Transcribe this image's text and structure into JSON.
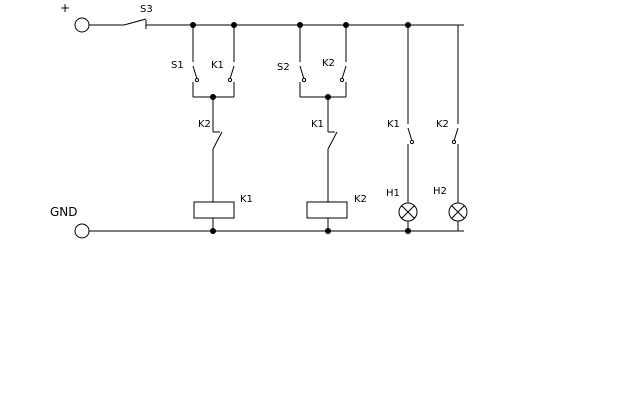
{
  "terminals": {
    "plus": "+",
    "gnd": "GND"
  },
  "switches": {
    "s3": "S3",
    "s1": "S1",
    "s2": "S2"
  },
  "contacts": {
    "k1_hold": "K1",
    "k2_hold": "K2",
    "k2_interlock": "K2",
    "k1_interlock": "K1",
    "k1_lamp": "K1",
    "k2_lamp": "K2"
  },
  "coils": {
    "k1": "K1",
    "k2": "K2"
  },
  "lamps": {
    "h1": "H1",
    "h2": "H2"
  }
}
